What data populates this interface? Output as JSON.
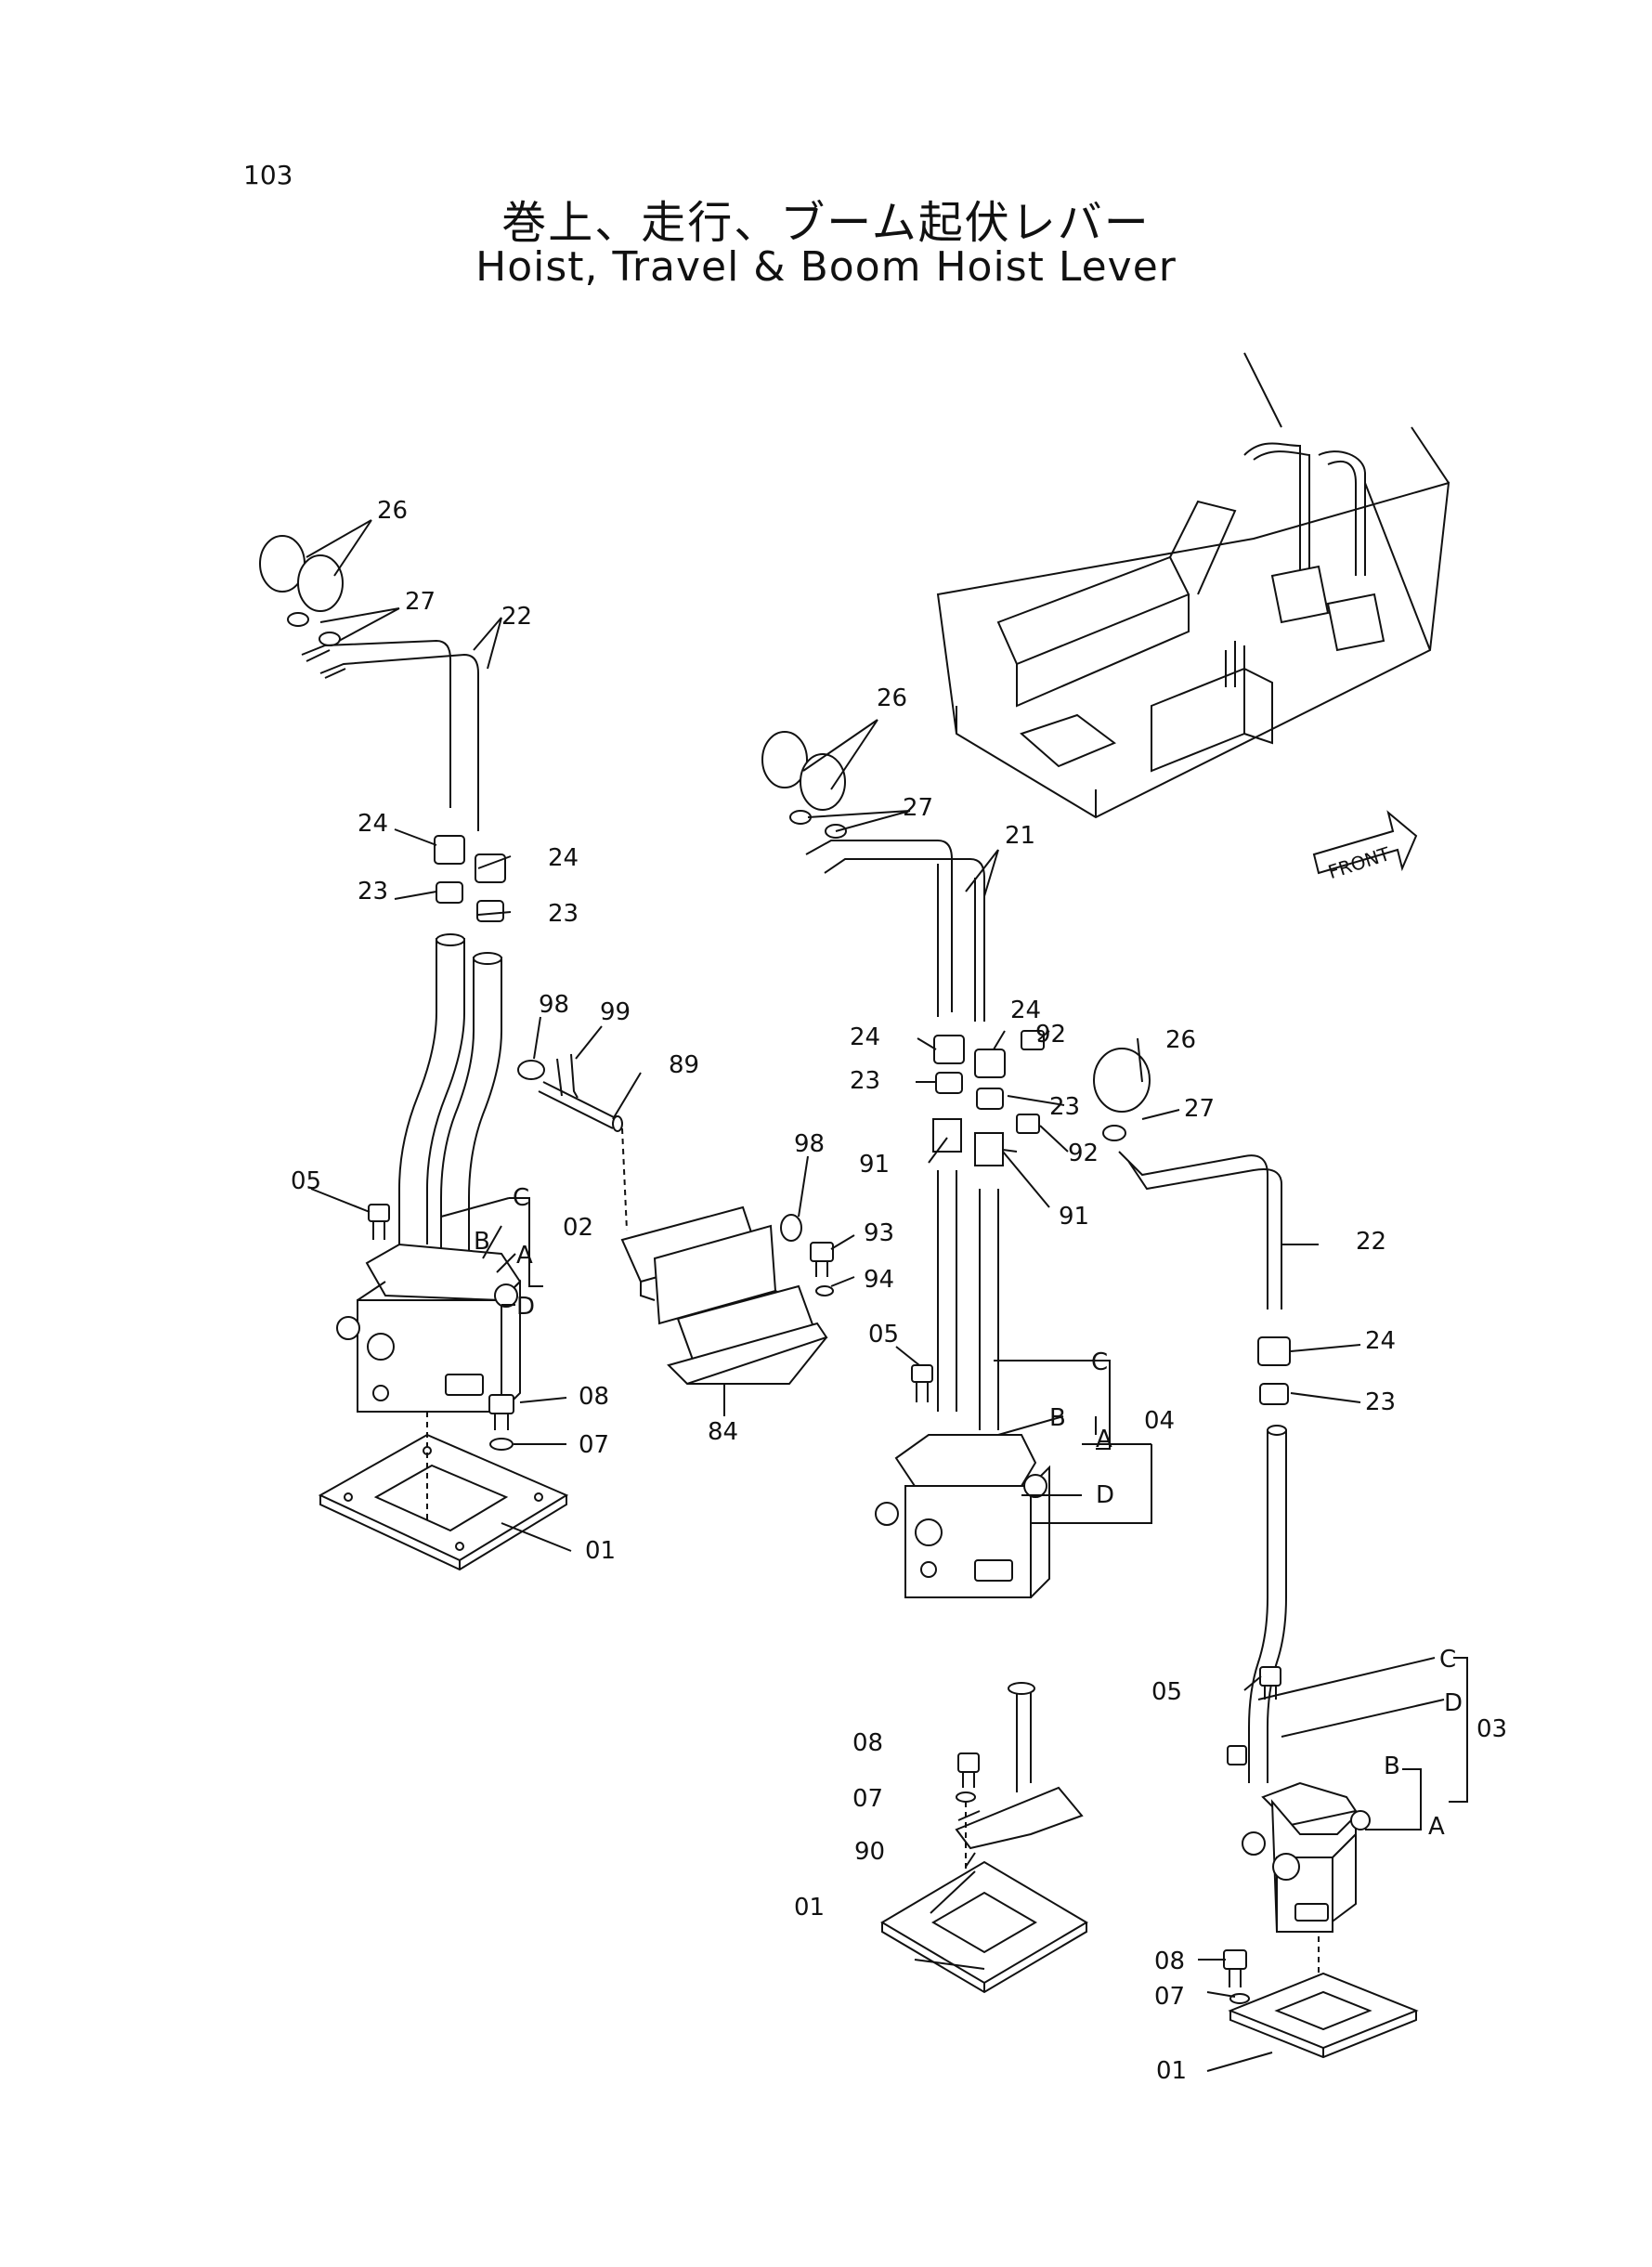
{
  "page_number": "103",
  "title_ja": "巻上、走行、ブーム起伏レバー",
  "title_en": "Hoist, Travel & Boom Hoist Lever",
  "front_label": "FRONT",
  "labels": {
    "l26a": "26",
    "l27a": "27",
    "l22a": "22",
    "l24a": "24",
    "l24b": "24",
    "l23a": "23",
    "l23b": "23",
    "l98a": "98",
    "l99": "99",
    "l89": "89",
    "l05a": "05",
    "lCa": "C",
    "lBa": "B",
    "lAa": "A",
    "l02": "02",
    "lDa": "D",
    "l08a": "08",
    "l07a": "07",
    "l01a": "01",
    "l98b": "98",
    "l93": "93",
    "l94": "94",
    "l84": "84",
    "l26b": "26",
    "l27b": "27",
    "l21": "21",
    "l24c": "24",
    "l24d": "24",
    "l92a": "92",
    "l23c": "23",
    "l23d": "23",
    "l91a": "91",
    "l92b": "92",
    "l91b": "91",
    "l26c": "26",
    "l27c": "27",
    "l22b": "22",
    "l24e": "24",
    "l23e": "23",
    "l05b": "05",
    "lCb": "C",
    "lBb": "B",
    "lAb": "A",
    "l04": "04",
    "lDb": "D",
    "l08b": "08",
    "l07b": "07",
    "l90": "90",
    "l01b": "01",
    "l05c": "05",
    "lCc": "C",
    "lDc": "D",
    "l03": "03",
    "lBc": "B",
    "lAc": "A",
    "l08c": "08",
    "l07c": "07",
    "l01c": "01"
  }
}
